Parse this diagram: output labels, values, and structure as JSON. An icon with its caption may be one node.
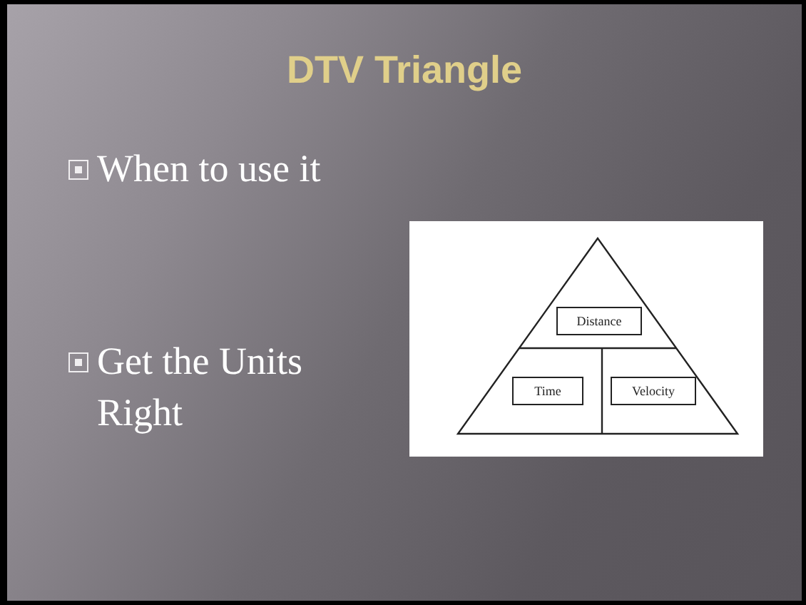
{
  "diagram": {
    "title": "DTV Triangle",
    "nodes": [
      {
        "text": [],
        "shape": "triangle"
      },
      {
        "text": [
          "Distance"
        ],
        "in": 0
      },
      {
        "text": [
          "Time"
        ],
        "in": 0
      },
      {
        "text": [
          "Velocity"
        ],
        "in": 0
      }
    ],
    "labels": [
      "When to use it",
      "Get the Units Right"
    ]
  }
}
